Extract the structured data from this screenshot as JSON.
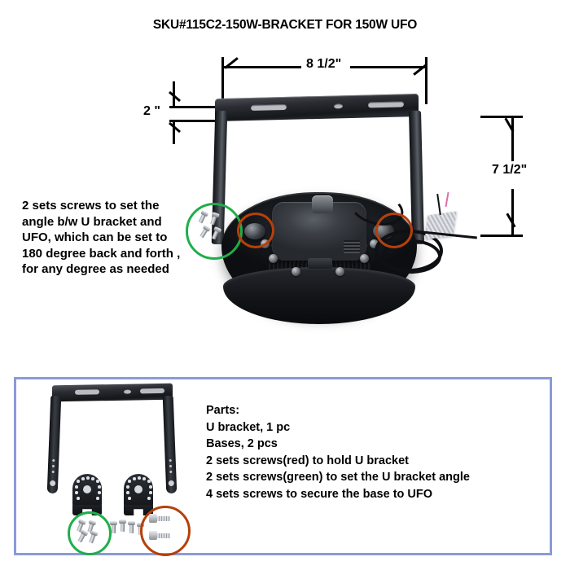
{
  "title": "SKU#115C2-150W-BRACKET FOR 150W UFO",
  "dimensions": {
    "width_label": "8 1/2\"",
    "depth_label": "2 \"",
    "height_label": "7 1/2\""
  },
  "note_left": "2 sets screws to set the angle b/w U bracket and UFO, which can be set to 180 degree back and forth , for any degree as needed",
  "parts": {
    "heading": "Parts:",
    "items": [
      "U bracket, 1 pc",
      "Bases, 2 pcs",
      "2 sets screws(red) to hold U bracket",
      "2 sets screws(green) to set the U bracket angle",
      "4 sets screws to secure the base to UFO"
    ]
  },
  "colors": {
    "panel_border": "#8b9ad8",
    "highlight_green": "#1fae4b",
    "highlight_orange": "#b5400b",
    "text": "#000000",
    "background": "#ffffff"
  }
}
